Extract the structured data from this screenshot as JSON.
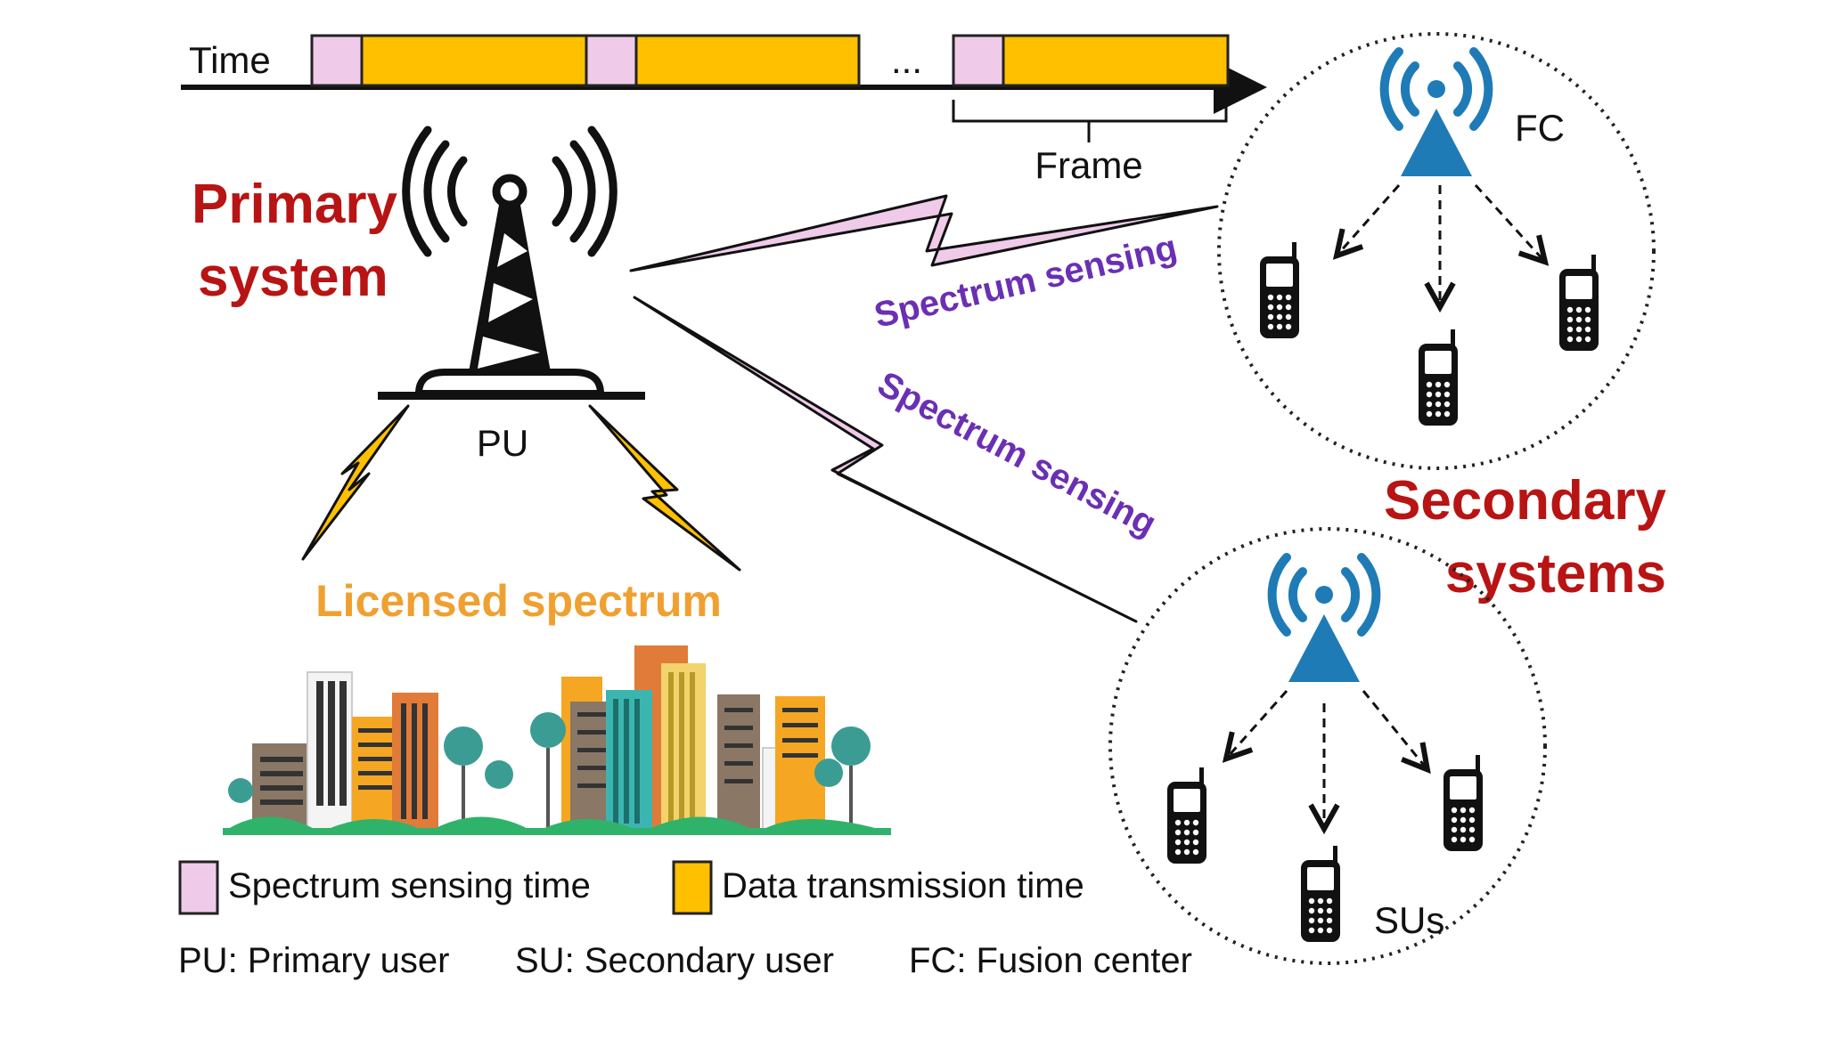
{
  "timeline": {
    "time_label": "Time",
    "ellipsis": "...",
    "frame_label": "Frame"
  },
  "primary": {
    "title_line1": "Primary",
    "title_line2": "system",
    "pu_label": "PU",
    "licensed_label": "Licensed spectrum"
  },
  "links": {
    "sensing_upper": "Spectrum sensing",
    "sensing_lower": "Spectrum sensing"
  },
  "secondary": {
    "title_line1": "Secondary",
    "title_line2": "systems",
    "fc_label": "FC",
    "sus_label": "SUs"
  },
  "legend": {
    "sensing_time": "Spectrum sensing time",
    "data_time": "Data transmission time",
    "pu_def": "PU: Primary user",
    "su_def": "SU: Secondary user",
    "fc_def": "FC: Fusion center"
  },
  "colors": {
    "sensing": "#efcbe9",
    "data": "#ffc000",
    "accent_red": "#b81414",
    "sensing_text": "#6b2fb3",
    "licensed_text": "#f0a030",
    "antenna_blue": "#1f7bb6"
  }
}
